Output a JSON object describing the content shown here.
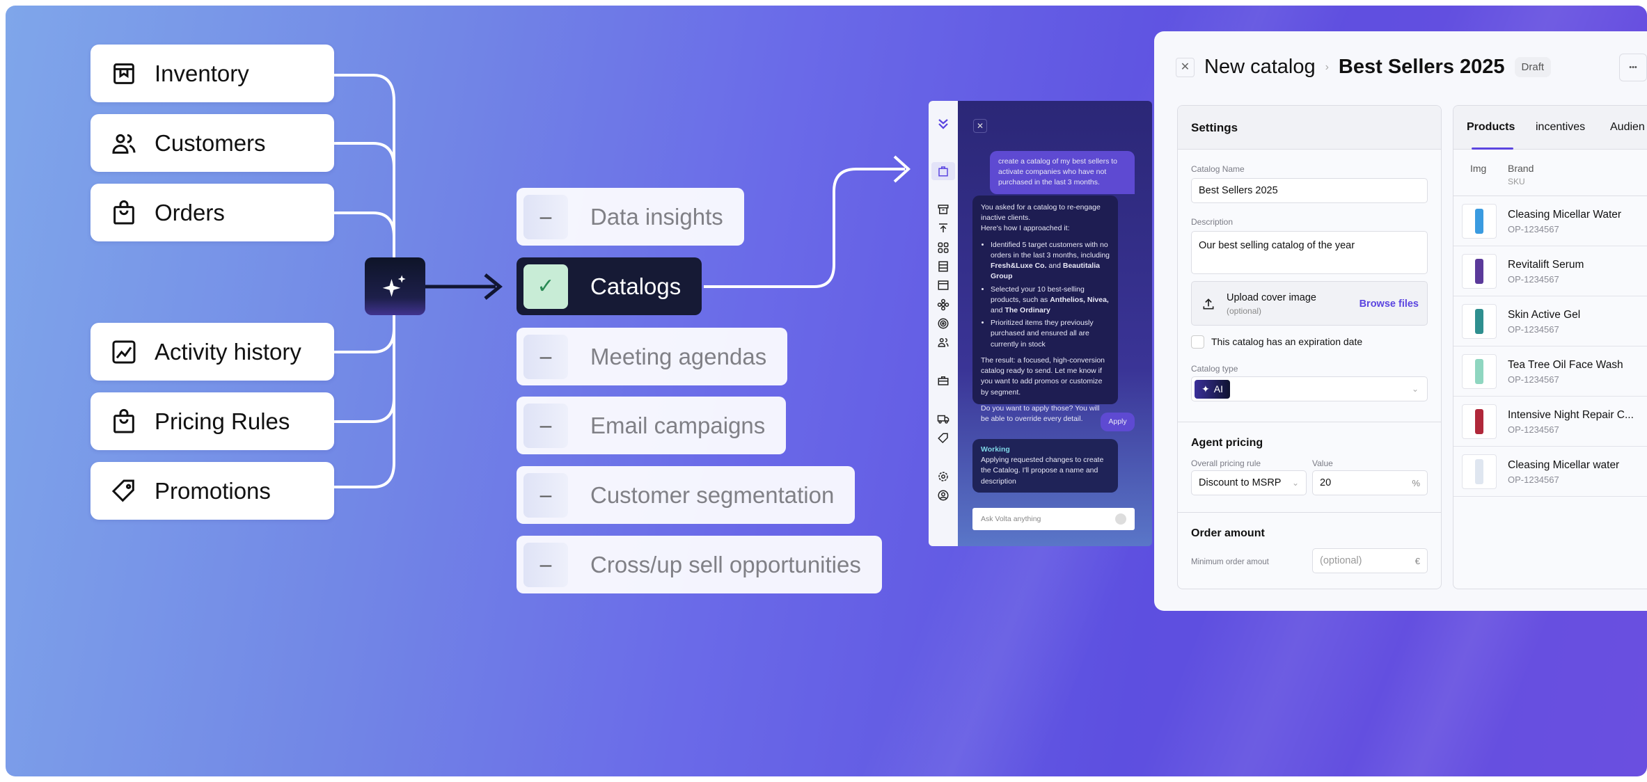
{
  "sources": [
    {
      "label": "Inventory",
      "icon": "inventory-box-icon"
    },
    {
      "label": "Customers",
      "icon": "users-icon"
    },
    {
      "label": "Orders",
      "icon": "shopping-bag-icon"
    },
    {
      "label": "Activity history",
      "icon": "chart-icon"
    },
    {
      "label": "Pricing Rules",
      "icon": "shopping-bag-icon"
    },
    {
      "label": "Promotions",
      "icon": "tag-icon"
    }
  ],
  "outputs": [
    {
      "label": "Data insights",
      "mark": "–"
    },
    {
      "label": "Catalogs",
      "mark": "✓"
    },
    {
      "label": "Meeting agendas",
      "mark": "–"
    },
    {
      "label": "Email campaigns",
      "mark": "–"
    },
    {
      "label": "Customer segmentation",
      "mark": "–"
    },
    {
      "label": "Cross/up sell opportunities",
      "mark": "–"
    }
  ],
  "chat": {
    "user_message": "create a catalog of my best sellers to activate companies who have not purchased in the last 3 months.",
    "reply_intro": "You asked for a catalog to re-engage inactive clients.",
    "reply_intro2": "Here's how I approached it:",
    "bullet1_a": "Identified 5 target customers with no orders in the last 3 months, including ",
    "bullet1_b": "Fresh&Luxe Co.",
    "bullet1_c": " and ",
    "bullet1_d": "Beautitalia Group",
    "bullet2_a": "Selected your 10 best-selling products, such as ",
    "bullet2_b": "Anthelios, Nivea,",
    "bullet2_c": " and ",
    "bullet2_d": "The Ordinary",
    "bullet3": "Prioritized items they previously purchased and ensured all are currently in stock",
    "result": "The result: a focused, high-conversion catalog ready to send. Let me know if you want to add promos or customize by segment.",
    "question": "Do you want to apply those? You will be able to override every detail.",
    "apply": "Apply",
    "working_title": "Working",
    "working_text": "Applying requested changes to create the Catalog. I'll propose a name and description",
    "input_placeholder": "Ask Volta anything"
  },
  "catalog": {
    "breadcrumb_parent": "New catalog",
    "title": "Best Sellers 2025",
    "status": "Draft",
    "more": "•••",
    "settings": {
      "heading": "Settings",
      "name_label": "Catalog Name",
      "name_value": "Best Sellers 2025",
      "desc_label": "Description",
      "desc_value": "Our best selling catalog of the year",
      "upload_title": "Upload cover image",
      "upload_sub": "(optional)",
      "browse": "Browse files",
      "expiration": "This catalog has an expiration date",
      "type_label": "Catalog type",
      "type_value": "AI",
      "agent_heading": "Agent pricing",
      "rule_label": "Overall pricing rule",
      "rule_value": "Discount to MSRP",
      "value_label": "Value",
      "value_value": "20",
      "value_unit": "%",
      "order_heading": "Order amount",
      "min_label": "Minimum order amout",
      "min_placeholder": "(optional)",
      "min_unit": "€"
    },
    "tabs": [
      "Products",
      "incentives",
      "Audien"
    ],
    "columns": {
      "img": "Img",
      "brand": "Brand",
      "sku": "SKU"
    },
    "products": [
      {
        "name": "Cleasing Micellar Water",
        "sku": "OP-1234567",
        "color": "#3a9be0"
      },
      {
        "name": "Revitalift Serum",
        "sku": "OP-1234567",
        "color": "#5b3a9a"
      },
      {
        "name": "Skin Active Gel",
        "sku": "OP-1234567",
        "color": "#2f8f8f"
      },
      {
        "name": "Tea Tree Oil Face Wash",
        "sku": "OP-1234567",
        "color": "#8fd6c0"
      },
      {
        "name": "Intensive Night Repair C...",
        "sku": "OP-1234567",
        "color": "#b0283a"
      },
      {
        "name": "Cleasing Micellar water",
        "sku": "OP-1234567",
        "color": "#dfe6f0"
      }
    ]
  }
}
